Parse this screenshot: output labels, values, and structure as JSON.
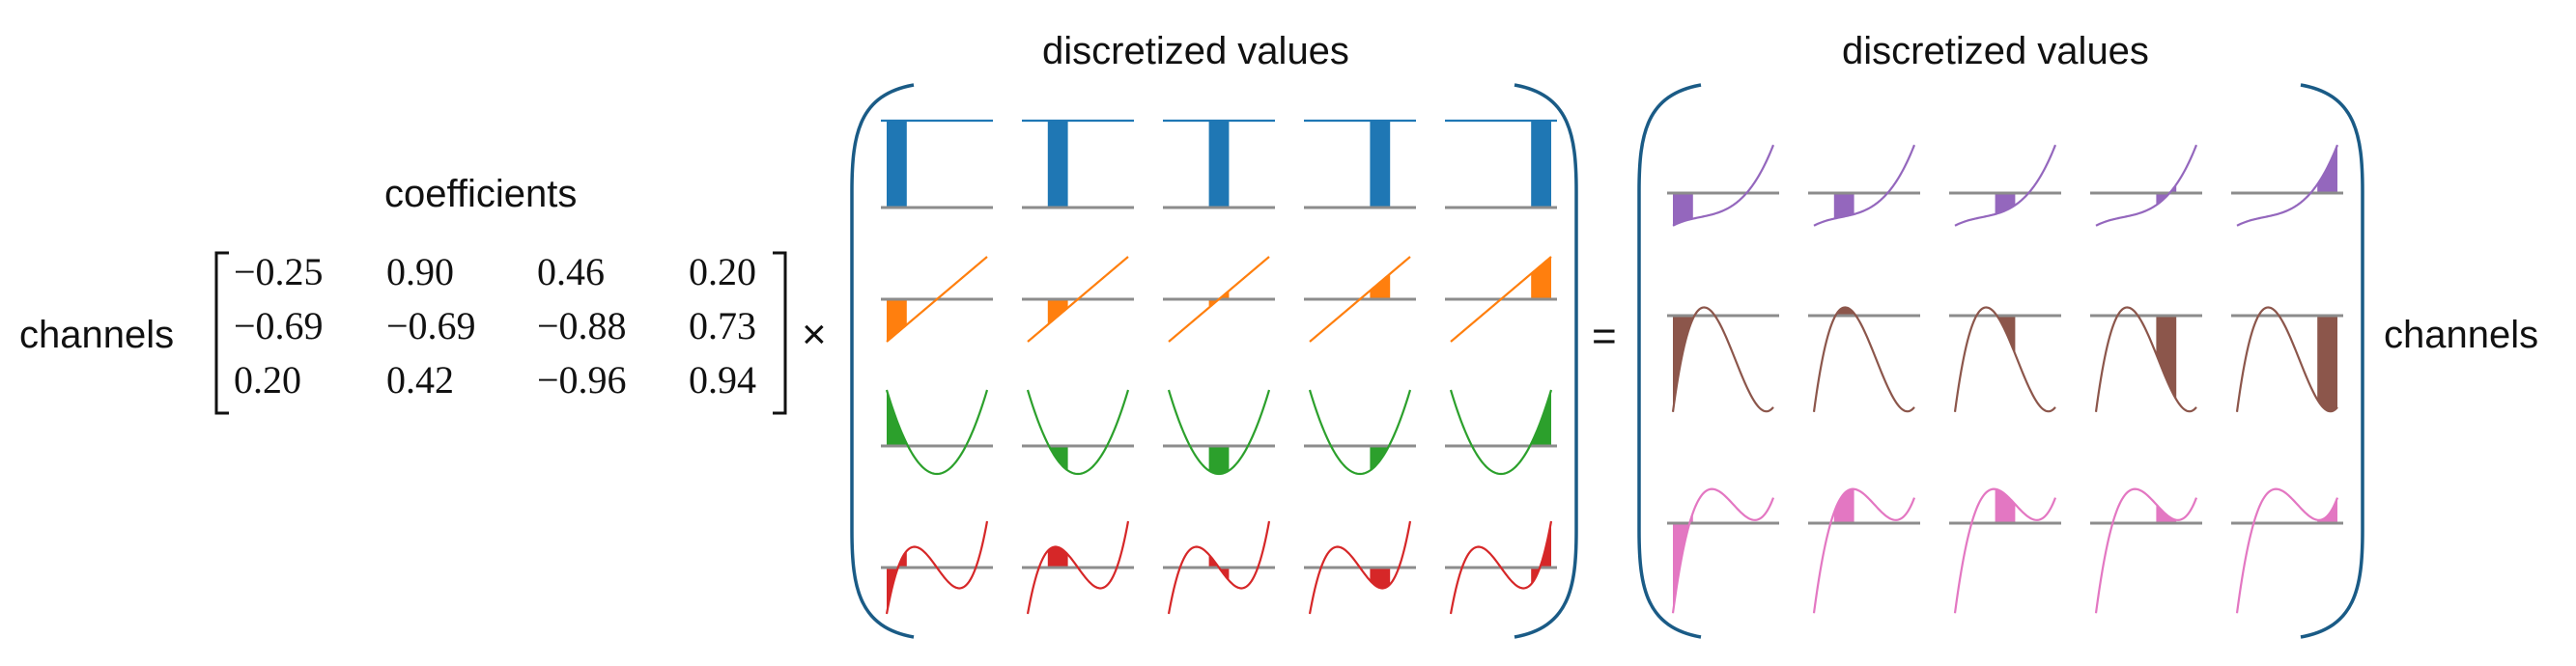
{
  "coefficients_label": "coefficients",
  "channels_left_label": "channels",
  "channels_right_label": "channels",
  "discretized_left_label": "discretized values",
  "discretized_right_label": "discretized values",
  "times_symbol": "×",
  "equals_symbol": "=",
  "matrix": [
    [
      "−0.25",
      "0.90",
      "0.46",
      "0.20"
    ],
    [
      "−0.69",
      "−0.69",
      "−0.88",
      "0.73"
    ],
    [
      "0.20",
      "0.42",
      "−0.96",
      "0.94"
    ]
  ],
  "colors": {
    "basis": [
      "#1f77b4",
      "#ff7f0e",
      "#2ca02c",
      "#d62728"
    ],
    "outputs": [
      "#9467bd",
      "#8c564b",
      "#e377c2"
    ],
    "bracket": "#1a5b86",
    "axis": "#8c8c8c"
  },
  "basis_functions": [
    "constant",
    "linear",
    "quadratic",
    "cubic"
  ],
  "output_channels": [
    "channel-1",
    "channel-2",
    "channel-3"
  ],
  "discretization_bins": 5
}
